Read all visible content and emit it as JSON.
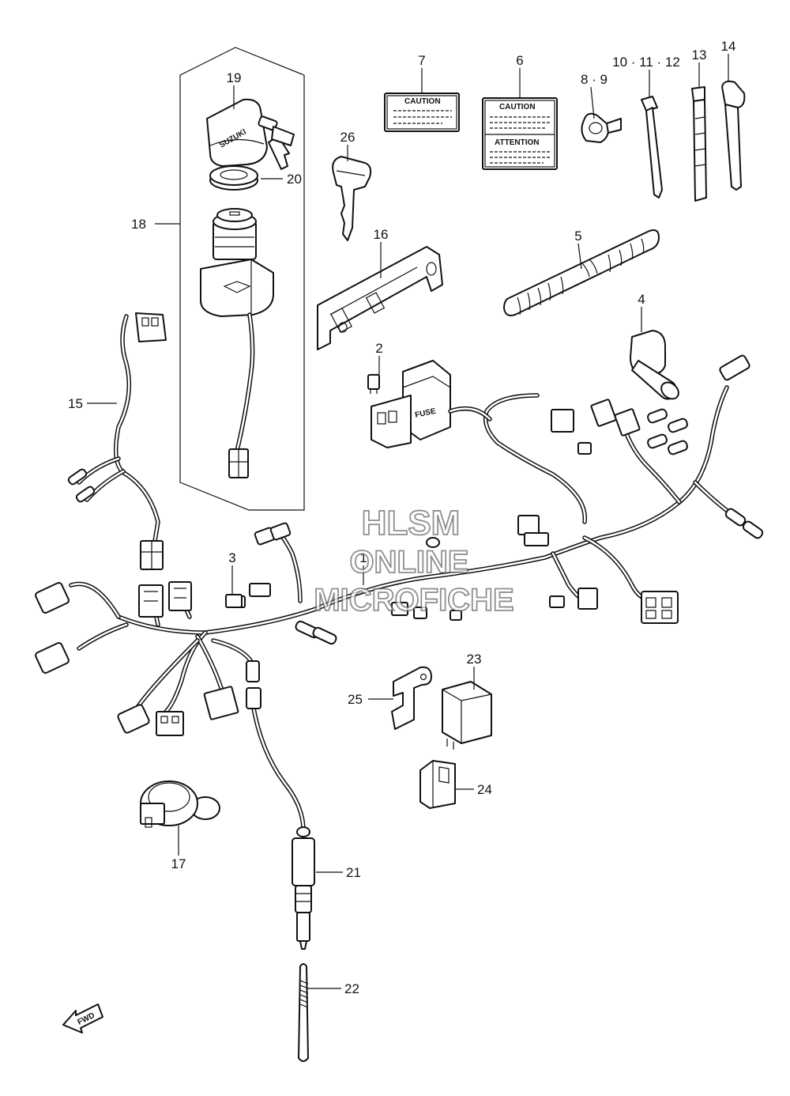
{
  "callouts": {
    "c19": "19",
    "c20": "20",
    "c18": "18",
    "c26": "26",
    "c7": "7",
    "c6": "6",
    "c89": "8 · 9",
    "c101112": "10 · 11 · 12",
    "c13": "13",
    "c14": "14",
    "c16": "16",
    "c5": "5",
    "c4": "4",
    "c2": "2",
    "c15": "15",
    "c3": "3",
    "c1": "1",
    "c23": "23",
    "c25": "25",
    "c24": "24",
    "c17": "17",
    "c21": "21",
    "c22": "22"
  },
  "labels": {
    "caution_small": "CAUTION",
    "caution_large": "CAUTION",
    "attention": "ATTENTION",
    "fuse": "FUSE",
    "key_brand": "SUZUKI",
    "fwd": "FWD"
  },
  "watermark": {
    "line1": "HLSM",
    "line2": "ONLINE",
    "line3": "MICROFICHE"
  }
}
